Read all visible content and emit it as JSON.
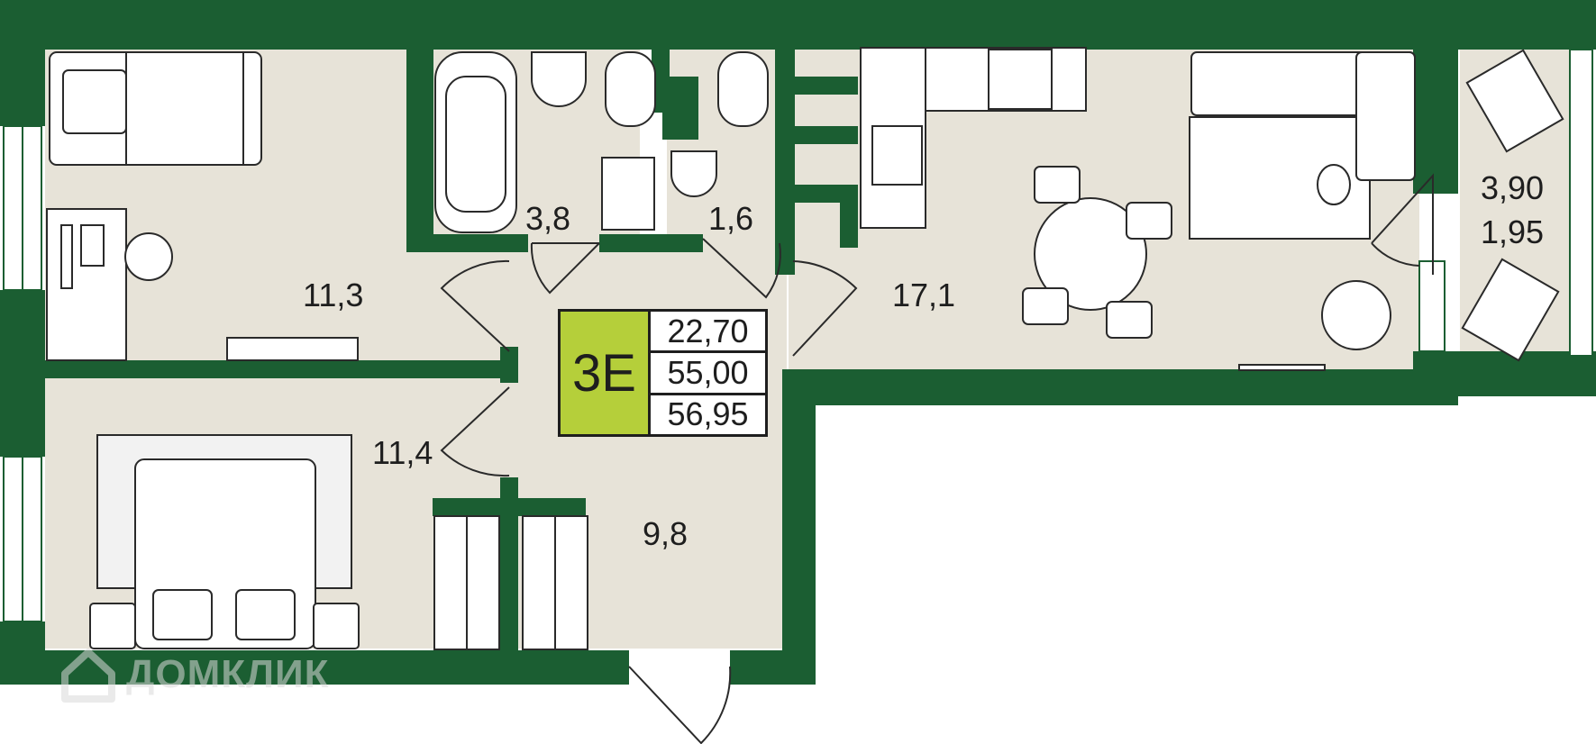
{
  "colors": {
    "wall": "#1b5e32",
    "floor": "#e7e3d8",
    "accent": "#b5cf3a",
    "furniture": "#ffffff",
    "line": "#2a2a2a"
  },
  "rooms": {
    "bedroom_top_area": "11,3",
    "bathroom_area": "3,8",
    "toilet_area": "1,6",
    "living_kitchen_area": "17,1",
    "balcony_area_full": "3,90",
    "balcony_area_reduced": "1,95",
    "bedroom_bottom_area": "11,4",
    "hall_area": "9,8"
  },
  "badge": {
    "type": "3Е",
    "living_area": "22,70",
    "total_area": "55,00",
    "total_with_balcony": "56,95"
  },
  "watermark": {
    "text": "ДОМКЛИК",
    "icon": "domclick-logo-icon"
  }
}
